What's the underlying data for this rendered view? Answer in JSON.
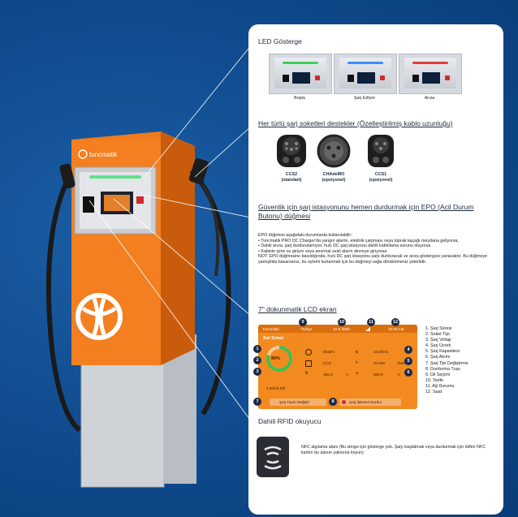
{
  "led": {
    "title": "LED Gösterge",
    "states": [
      {
        "label": "Boşta",
        "color": "#3fcf5a"
      },
      {
        "label": "Şarj Ediyor",
        "color": "#3a8cff"
      },
      {
        "label": "Arıza",
        "color": "#e23b3b"
      }
    ]
  },
  "sockets": {
    "title": "Her türlü şarj soketleri destekler (Özelleştirilmiş kablo uzunluğu)",
    "items": [
      {
        "name": "CCS2",
        "note": "(standart)"
      },
      {
        "name": "CHAdeMO",
        "note": "(opsiyonel)"
      },
      {
        "name": "CCS1",
        "note": "(opsiyonel)"
      }
    ]
  },
  "epo": {
    "title": "Güvenlik için şarj istasyonunu hemen durdurmak için EPO (Acil Durum Butonu) düğmesi",
    "paragraphs": [
      "EPO düğmesi aşağıdaki durumlarda kullanılabilir:",
      "• Tuncmatik PRO DC Charger'da yangın alarmı, elektrik çarpması veya toprak kaçağı meydana geliyorsa,",
      "• Dahili arıza, şarj durdurulamıyor, hızlı DC şarj istasyonu dahili kablolama sorunu oluyorsa",
      "• Kabinin içine su giriyor veya anormal sesli alarm devreye giriyorsa",
      "NOT: EPO düğmesine basıldığında, hızlı DC şarj istasyonu şarjı durduracak ve arıza göstergesi yanacaktır. Bu düğmeye yanlışlıkla basarsanız, bu eylemi kurtarmak için bu düğmeyi sağa döndürmeniz yeterlidir."
    ]
  },
  "lcd": {
    "title": "7\" dokunmatik LCD ekran",
    "brand": "tuncmatik",
    "language": "Türkçe",
    "tariff": "10 ₺ /kWh",
    "clock": "10:30 AM",
    "socket_title": "Sol Soket",
    "percent": "80%",
    "remaining": "4,000 ₺ left",
    "time": "0h32m",
    "socket_type": "CCS",
    "voltage": "350.0",
    "voltage_unit": "V",
    "cost": "16,000 ₺",
    "capacity": "40.000",
    "capacity_unit": "kWh",
    "current": "200.0",
    "current_unit": "A",
    "btn_change": "Şarj Tipini Değiştir",
    "btn_stop": "Şarj İşlemini Durdur",
    "markers": [
      "1",
      "2",
      "3",
      "4",
      "5",
      "6",
      "7",
      "8",
      "9",
      "10",
      "11",
      "12"
    ],
    "legend": [
      "1.  Şarj Süresi",
      "2.  Soket Tipi",
      "3.  Şarj Voltajı",
      "4.  Şarj Ücreti",
      "5.  Şarj Kapasitesi",
      "6.  Şarj Akımı",
      "7.  Şarj Tipi Değiştirme",
      "8.  Durdurma Tuşu",
      "9.  Dil Seçimi",
      "10.  Tarife",
      "11.  Ağ Durumu",
      "12.  Saat"
    ]
  },
  "rfid": {
    "title": "Dahili RFID okuyucu",
    "text": "NFC algılama alanı (Bu simge için gösterge yok. Şarjı başlatmak veya durdurmak için lütfen NFC kartını bu alanın yakınına koyun)"
  },
  "charger": {
    "brand": "tuncmatik"
  }
}
